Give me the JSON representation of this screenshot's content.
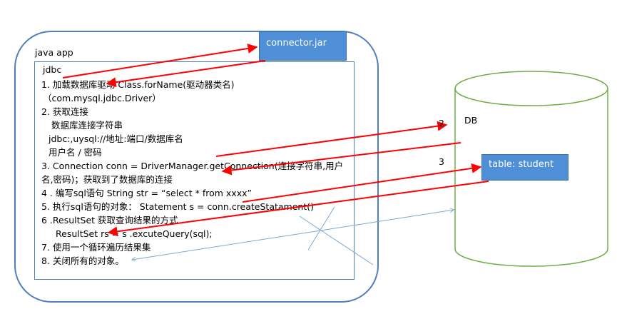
{
  "colors": {
    "container_border": "#4f7fbe",
    "box_fill": "#4f8fd8",
    "cylinder_stroke": "#70ad47",
    "arrow_red": "#ff0000",
    "arrow_blue": "#7ba7d1"
  },
  "java_app": {
    "label": "java app"
  },
  "connector": {
    "label": "connector.jar"
  },
  "jdbc": {
    "title": "jdbc",
    "lines": [
      "1. 加载数据库驱动 Class.forName(驱动器类名)",
      "（com.mysql.jdbc.Driver）",
      "2. 获取连接",
      "数据库连接字符串",
      "jdbc:,uysql://地址:端口/数据库名",
      "用户名 / 密码",
      "3. Connection conn = DriverManager.getConnection(连接字符串,用户",
      "名,密码)；获取到了数据库的连接",
      "4 . 编写sql语句  String str = “select * from xxxx”",
      "5. 执行sql语句的对象：  Statement s = conn.createStatament()",
      "6 .ResultSet 获取查询结果的方式",
      "ResultSet rs = s .excuteQuery(sql);",
      "7. 使用一个循环遍历结果集",
      "8. 关闭所有的对象。"
    ]
  },
  "db": {
    "label": "DB",
    "table_label": "table: student"
  },
  "step_labels": {
    "two": "2",
    "three": "3"
  }
}
